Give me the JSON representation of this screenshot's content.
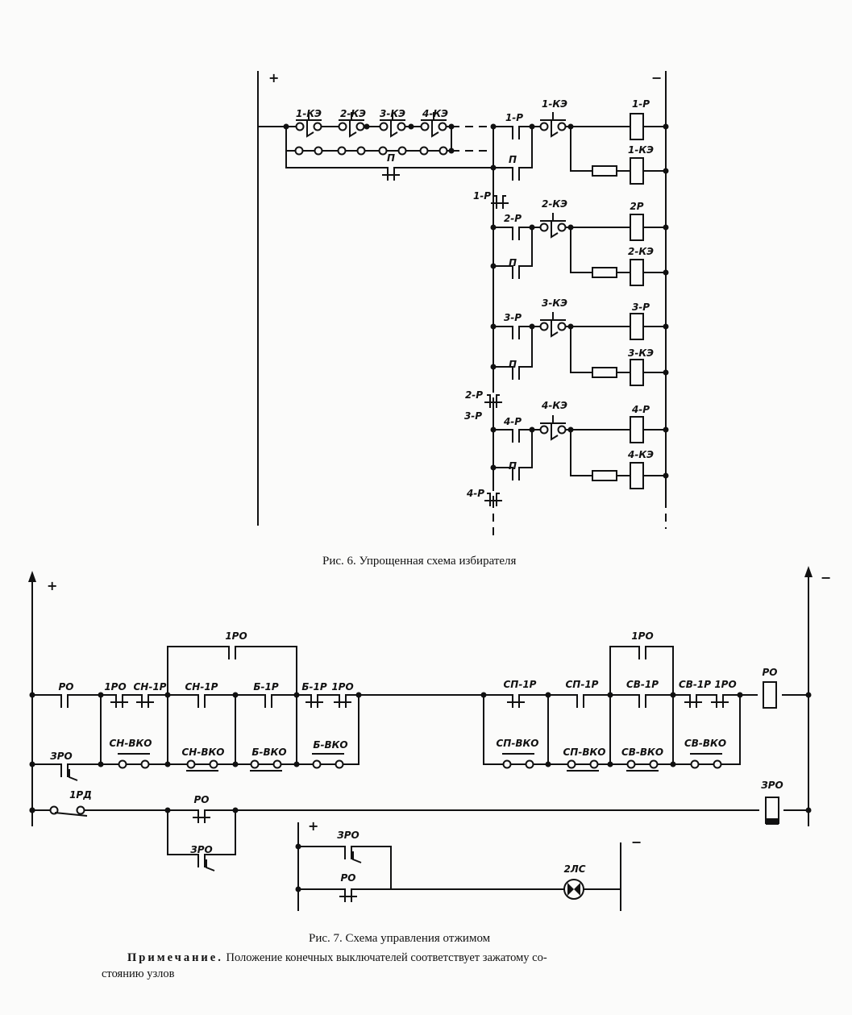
{
  "figure6": {
    "caption": "Рис. 6. Упрощенная схема избирателя",
    "labels": [
      "+",
      "−",
      "1-КЭ",
      "2-КЭ",
      "3-КЭ",
      "4-КЭ",
      "П",
      "1-Р",
      "П",
      "1-КЭ",
      "1-Р",
      "1-КЭ",
      "1-Р",
      "2-Р",
      "2-КЭ",
      "2Р",
      "2-КЭ",
      "П",
      "3-Р",
      "3-КЭ",
      "3-Р",
      "3-КЭ",
      "П",
      "2-Р",
      "3-Р",
      "4-Р",
      "4-КЭ",
      "4-Р",
      "4-КЭ",
      "П",
      "4-Р"
    ]
  },
  "figure7": {
    "caption": "Рис. 7. Схема управления отжимом",
    "labels": [
      "+",
      "−",
      "РО",
      "1РО",
      "СН-1Р",
      "1РО",
      "СН-1Р",
      "Б-1Р",
      "Б-1Р",
      "1РО",
      "ЗРО",
      "СН-ВКО",
      "СН-ВКО",
      "Б-ВКО",
      "Б-ВКО",
      "1РД",
      "РО",
      "ЗРО",
      "СП-1Р",
      "СП-1Р",
      "1РО",
      "СВ-1Р",
      "СВ-1Р",
      "1РО",
      "РО",
      "СП-ВКО",
      "СП-ВКО",
      "СВ-ВКО",
      "СВ-ВКО",
      "ЗРО",
      "+",
      "ЗРО",
      "РО",
      "2ЛС",
      "−"
    ]
  },
  "note": {
    "heading": "Примечание.",
    "line1": "Положение конечных выключателей соответствует зажатому со-",
    "line2": "стоянию узлов"
  }
}
